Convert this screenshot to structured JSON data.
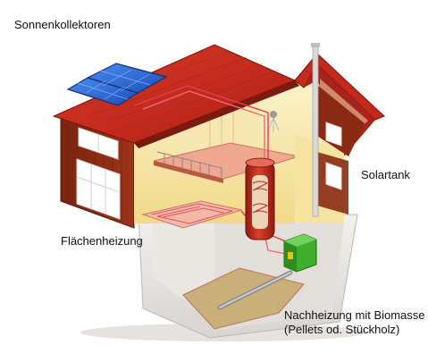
{
  "labels": {
    "solar_collectors": "Sonnenkollektoren",
    "solar_tank": "Solartank",
    "floor_heating": "Flächenheizung",
    "backup_heating_line1": "Nachheizung mit Biomasse",
    "backup_heating_line2": "(Pellets od. Stückholz)"
  },
  "colors": {
    "roof": "#c8281e",
    "wall_brown": "#8b2a12",
    "interior": "#f7e8a8",
    "solar_panel": "#2d6fd6",
    "tank": "#c0281a",
    "boiler": "#3fae2e",
    "basement": "#e8e6e4",
    "heating_pipe": "#e04050"
  }
}
